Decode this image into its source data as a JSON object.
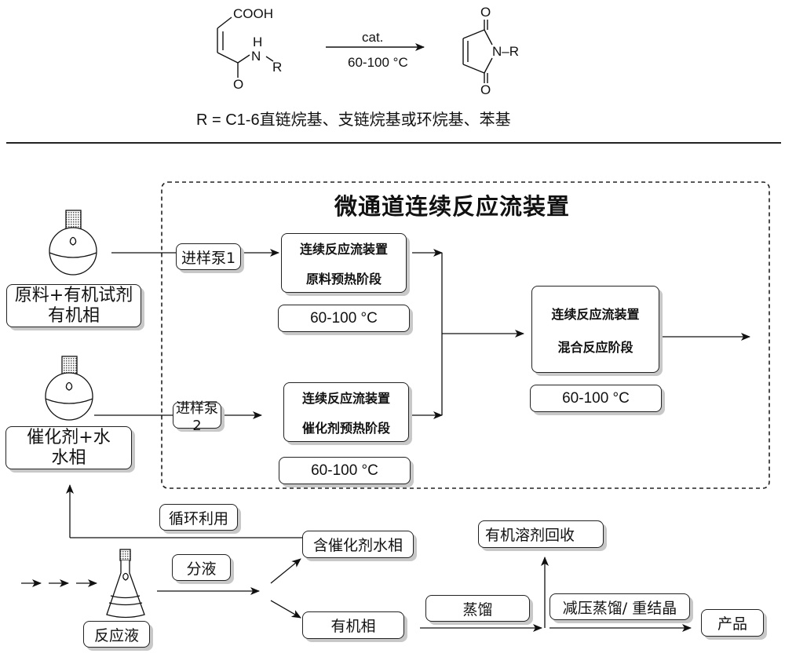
{
  "reaction": {
    "reactant_groups": {
      "acid": "COOH",
      "nh_h": "H",
      "nh_n": "N",
      "r": "R",
      "carbonyl_o": "O"
    },
    "arrow_above": "cat.",
    "arrow_below": "60-100 °C",
    "product_groups": {
      "o_top": "O",
      "n": "N",
      "r": "R",
      "o_bottom": "O",
      "nr": "N–R"
    },
    "r_definition": "R = C1-6直链烷基、支链烷基或环烷基、苯基"
  },
  "apparatus": {
    "title": "微通道连续反应流装置",
    "pump1": "进样泵1",
    "pump2": "进样泵2",
    "preheat1": {
      "line1": "连续反应流装置",
      "line2": "原料预热阶段",
      "temp": "60-100 °C"
    },
    "preheat2": {
      "line1": "连续反应流装置",
      "line2": "催化剂预热阶段",
      "temp": "60-100 °C"
    },
    "mixing": {
      "line1": "连续反应流装置",
      "line2": "混合反应阶段",
      "temp": "60-100 °C"
    }
  },
  "feeds": {
    "organic": {
      "line1": "原料+有机试剂",
      "line2": "有机相"
    },
    "aqueous": {
      "line1": "催化剂+水",
      "line2": "水相"
    }
  },
  "workup": {
    "recycle": "循环利用",
    "reaction_liquid": "反应液",
    "separation": "分液",
    "aqueous_with_catalyst": "含催化剂水相",
    "organic_phase": "有机相",
    "distillation": "蒸馏",
    "solvent_recovery": "有机溶剂回收",
    "purification": "减压蒸馏/ 重结晶",
    "product": "产品"
  }
}
